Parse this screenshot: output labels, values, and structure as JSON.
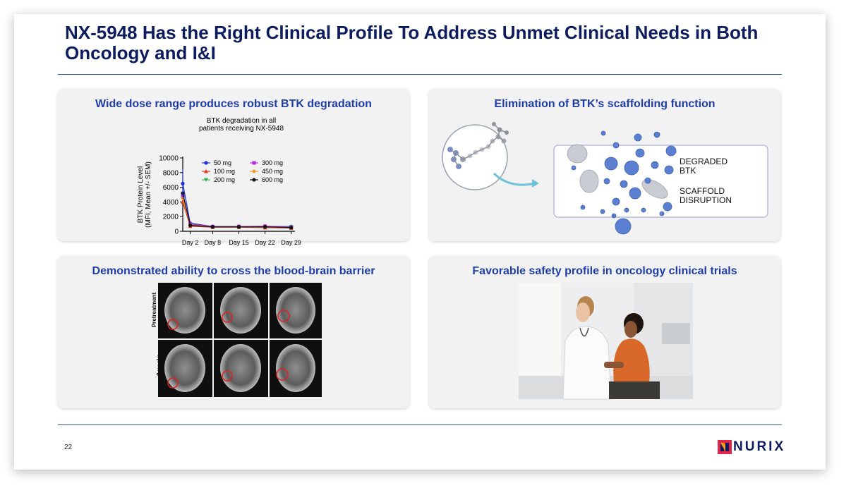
{
  "slide": {
    "title": "NX-5948 Has the Right Clinical Profile To Address Unmet Clinical Needs in Both Oncology and I&I",
    "page_number": "22",
    "logo_text": "NURIX"
  },
  "panels": {
    "dose": {
      "title": "Wide dose range produces robust BTK degradation"
    },
    "scaffold": {
      "title": "Elimination of BTK’s scaffolding function",
      "label_degraded": "DEGRADED\nBTK",
      "label_scaffold": "SCAFFOLD\nDISRUPTION"
    },
    "bbb": {
      "title": "Demonstrated ability to cross the blood-brain barrier",
      "row_labels": [
        "Pretreatment",
        "8 weeks"
      ]
    },
    "safety": {
      "title": "Favorable safety profile in oncology clinical trials"
    }
  },
  "chart_data": {
    "type": "line",
    "title": "BTK degradation in all\npatients receiving NX-5948",
    "ylabel": "BTK Protein Level\n(MFI, Mean +/- SEM)",
    "xlabel": "",
    "x": [
      0,
      2,
      8,
      15,
      22,
      29
    ],
    "x_tick_labels": [
      "Day 2",
      "Day 8",
      "Day 15",
      "Day 22",
      "Day 29"
    ],
    "x_tick_values": [
      2,
      8,
      15,
      22,
      29
    ],
    "ylim": [
      0,
      10000
    ],
    "y_ticks": [
      0,
      2000,
      4000,
      6000,
      8000,
      10000
    ],
    "legend_position": "top-right",
    "series": [
      {
        "name": "50 mg",
        "color": "#1f2fd6",
        "marker": "circle",
        "values": [
          6500,
          1100,
          650,
          650,
          650,
          650
        ]
      },
      {
        "name": "100 mg",
        "color": "#e23a1c",
        "marker": "triangle",
        "values": [
          4000,
          700,
          550,
          550,
          500,
          450
        ]
      },
      {
        "name": "200 mg",
        "color": "#37b24a",
        "marker": "triangle-down",
        "values": [
          5000,
          900,
          600,
          600,
          550,
          600
        ]
      },
      {
        "name": "300 mg",
        "color": "#b12ad6",
        "marker": "square",
        "values": [
          4800,
          1000,
          650,
          650,
          700,
          550
        ]
      },
      {
        "name": "450 mg",
        "color": "#f39a2a",
        "marker": "diamond",
        "values": [
          4500,
          850,
          600,
          600,
          600,
          500
        ]
      },
      {
        "name": "600 mg",
        "color": "#111111",
        "marker": "circle",
        "values": [
          5200,
          800,
          600,
          600,
          600,
          500
        ]
      }
    ]
  },
  "colors": {
    "title": "#0d1c5e",
    "panel_title": "#1f3da6",
    "rule": "#2f5a8c",
    "panel_bg": "#f2f2f3",
    "blob": "#5b7fd1",
    "logo_mark": "#e2264b"
  }
}
